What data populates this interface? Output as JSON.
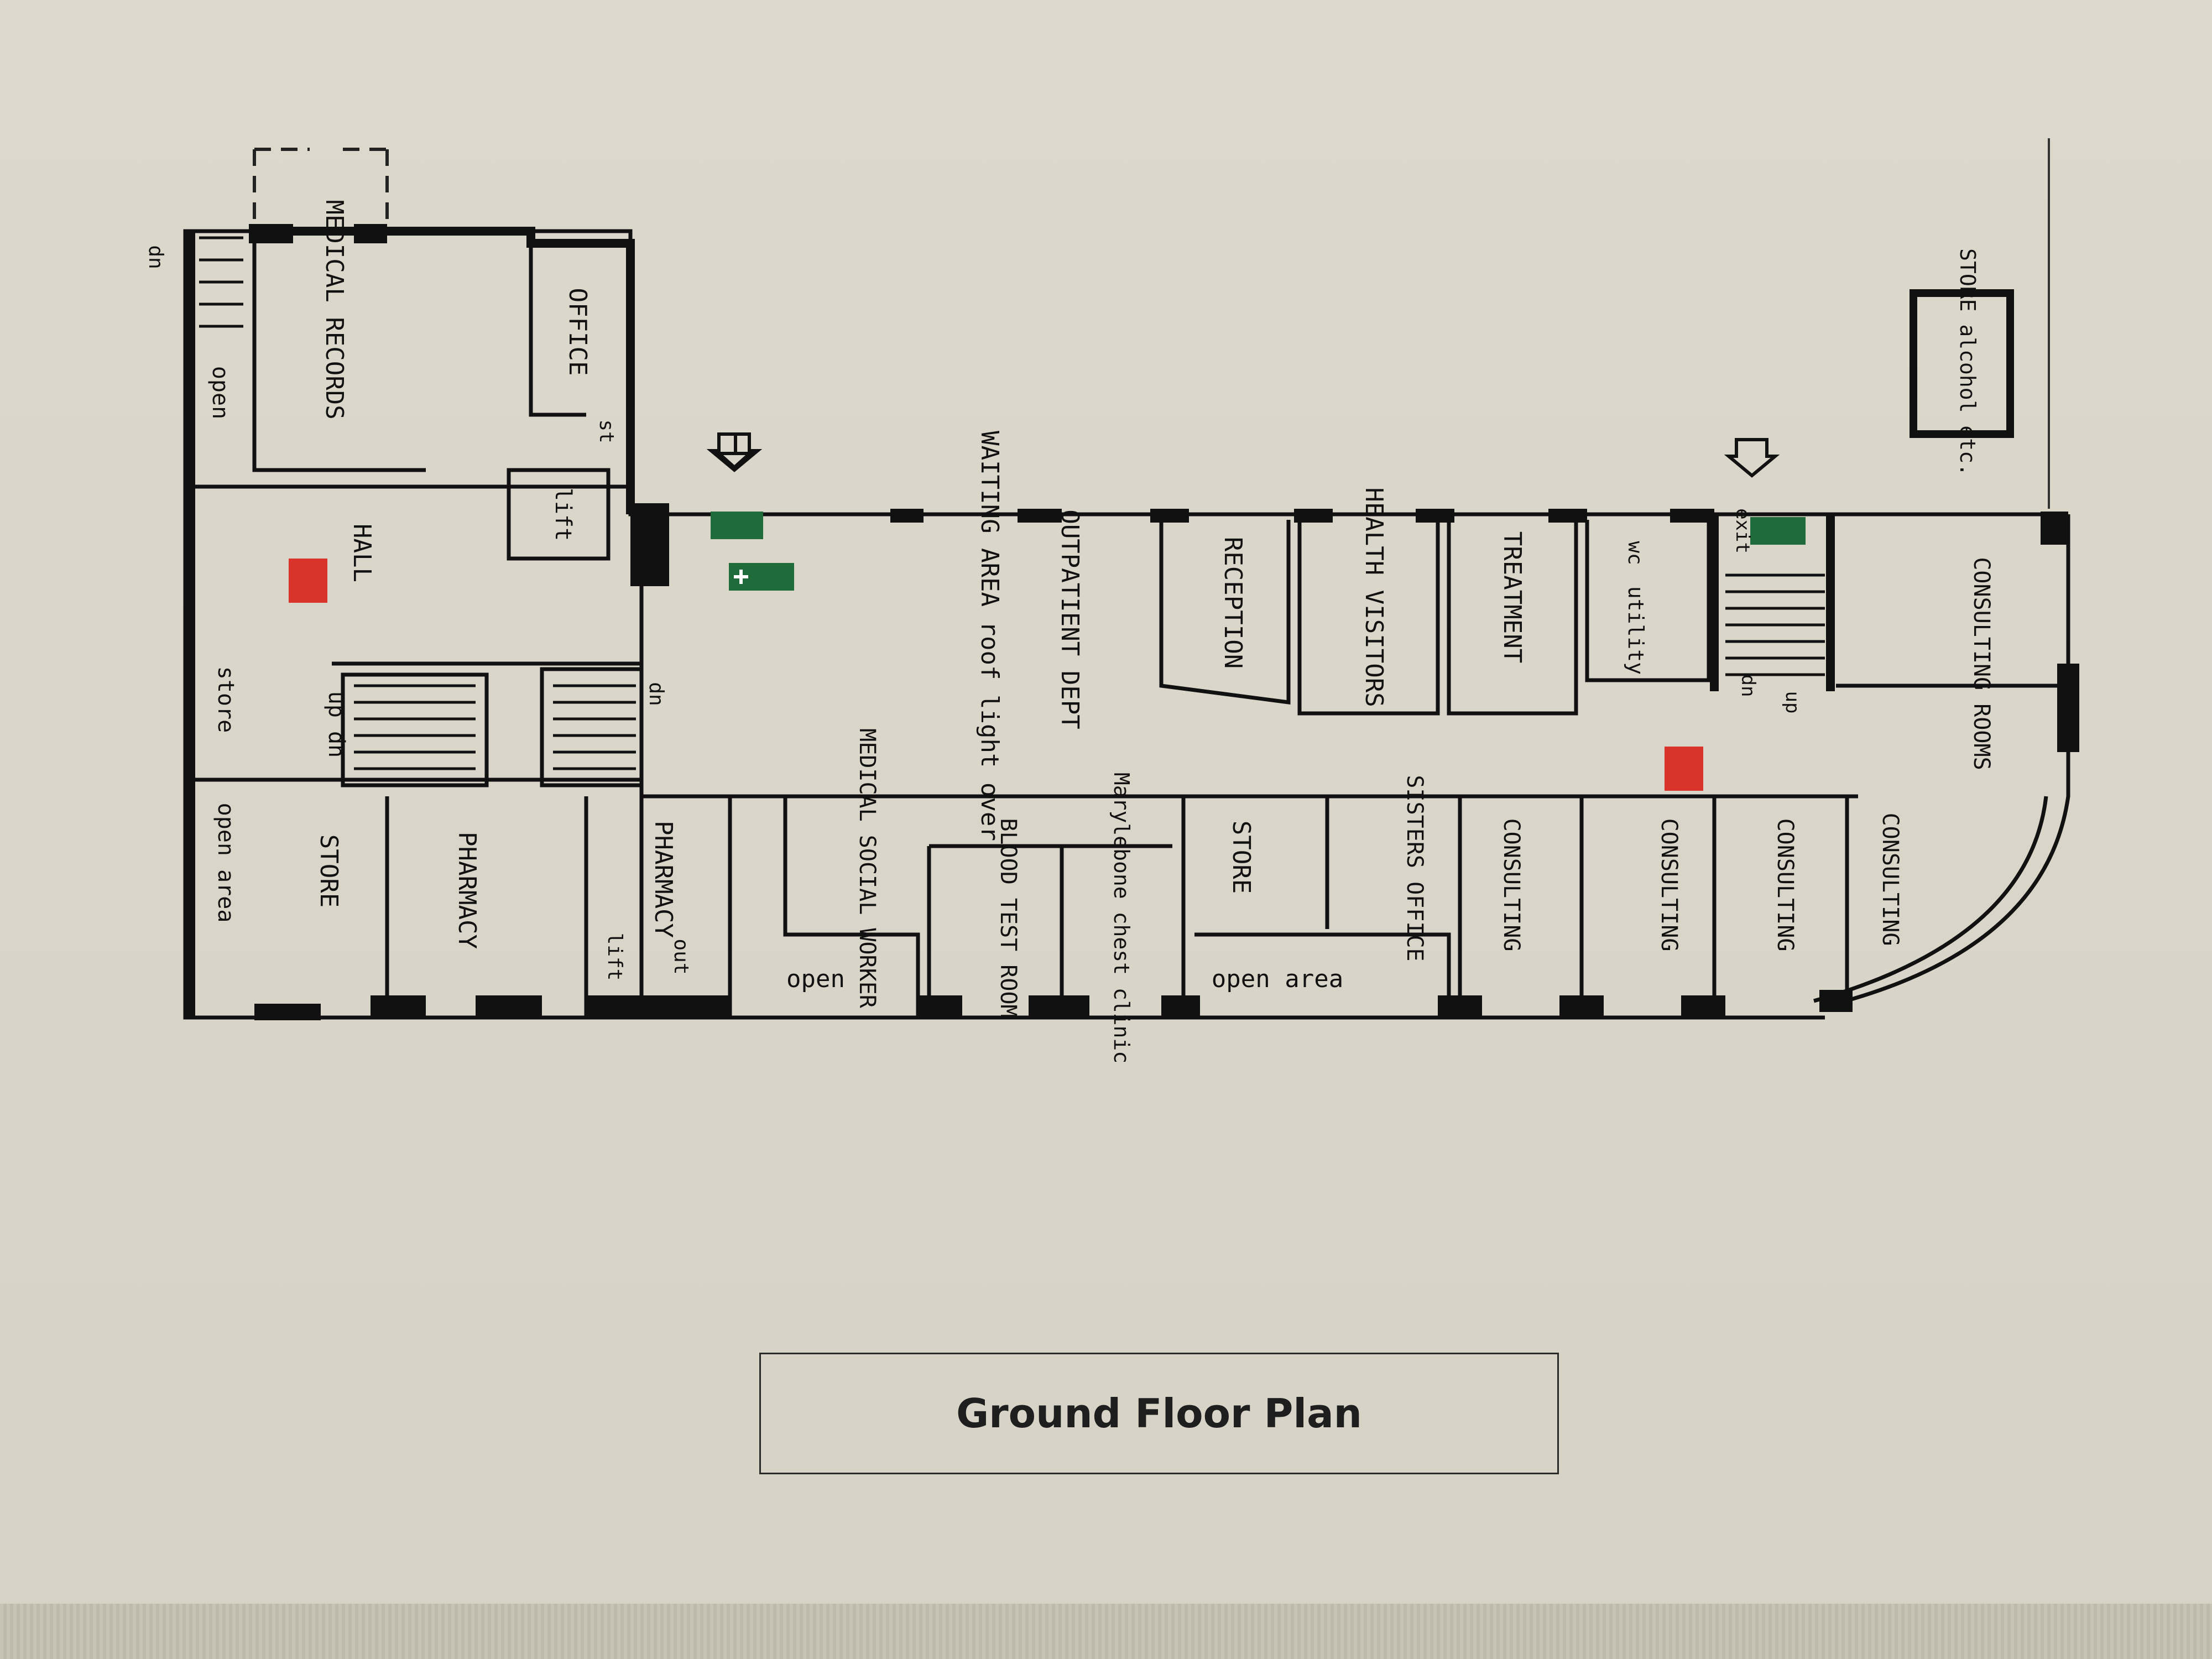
{
  "title": "Ground Floor Plan",
  "colors": {
    "paper": "#dcd8cc",
    "ink": "#111111",
    "fire_red": "#d9342b",
    "exit_green": "#1f6b3a"
  },
  "rooms": {
    "medical_records": "MEDICAL RECORDS",
    "office": "OFFICE",
    "hall": "HALL",
    "lift": "lift",
    "st": "st",
    "open_top": "open",
    "dn_top": "dn",
    "store_left": "store",
    "up_dn": "up dn",
    "dn_stair": "dn",
    "store_lower": "STORE",
    "open_area_left": "open area",
    "pharmacy": "PHARMACY",
    "pharmacy_2": "PHARMACY",
    "lift_small": "lift",
    "out": "out",
    "open_mid": "open",
    "medical_social_worker": "MEDICAL SOCIAL WORKER",
    "outpatient_dept": "OUTPATIENT DEPT",
    "waiting_area": "WAITING AREA roof light over",
    "blood_test_room": "BLOOD TEST ROOM",
    "marylebone_chest_clinic": "Marylebone chest clinic",
    "reception": "RECEPTION",
    "health_visitors": "HEALTH VISITORS",
    "treatment": "TREATMENT",
    "wc": "wc",
    "utility": "utility",
    "exit": "exit",
    "dn_right": "dn",
    "up_right": "up",
    "store_mid": "STORE",
    "open_area_mid": "open area",
    "sisters_office": "SISTERS OFFICE",
    "consulting_1": "CONSULTING",
    "consulting_2": "CONSULTING",
    "consulting_3": "CONSULTING",
    "consulting_4": "CONSULTING",
    "consulting_rooms": "CONSULTING ROOMS",
    "store_alcohol": "STORE alcohol etc."
  },
  "icons": [
    "fire-extinguisher-icon",
    "fire-exit-sign-icon",
    "first-aid-sign-icon",
    "down-arrow-icon"
  ]
}
